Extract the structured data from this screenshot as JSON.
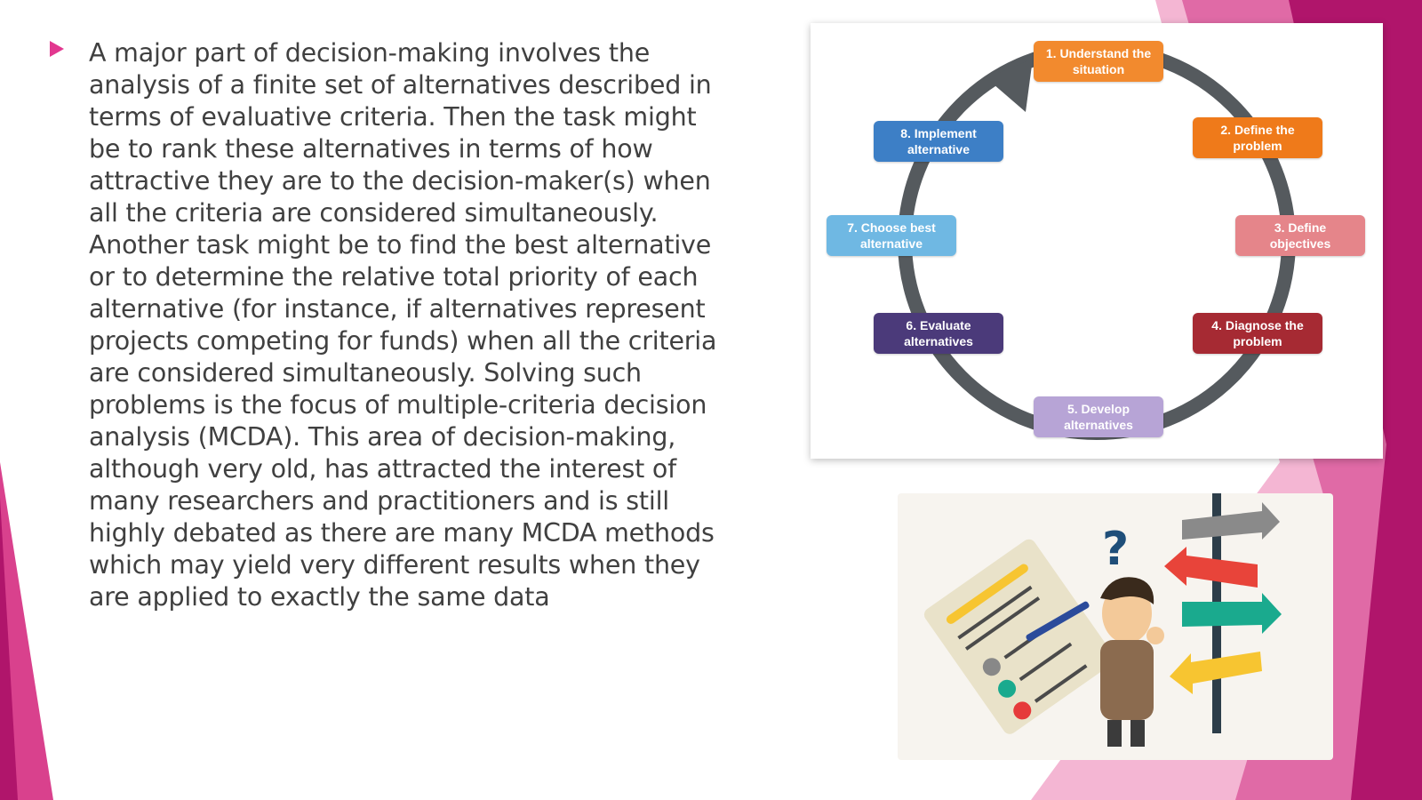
{
  "slide": {
    "body_text": "A major part of decision-making involves the analysis of a finite set of alternatives described in terms of evaluative criteria. Then the task might be to rank these alternatives in terms of how attractive they are to the decision-maker(s) when all the criteria are considered simultaneously. Another task might be to find the best alternative or to determine the relative total priority of each alternative (for instance, if alternatives represent projects competing for funds) when all the criteria are considered simultaneously. Solving such problems is the focus of multiple-criteria decision analysis (MCDA). This area of decision-making, although very old, has attracted the interest of many researchers and practitioners and is still highly debated as there are many MCDA methods which may yield very different results when they are applied to exactly the same data",
    "accent_color": "#e2378f"
  },
  "cycle": {
    "steps": [
      {
        "label": "1. Understand the situation",
        "color": "#f28a2e"
      },
      {
        "label": "2. Define the problem",
        "color": "#ef7a1a"
      },
      {
        "label": "3. Define objectives",
        "color": "#e5858a"
      },
      {
        "label": "4. Diagnose the problem",
        "color": "#a62a33"
      },
      {
        "label": "5. Develop alternatives",
        "color": "#b7a4d6"
      },
      {
        "label": "6. Evaluate alternatives",
        "color": "#4b3a7a"
      },
      {
        "label": "7. Choose best alternative",
        "color": "#6fb8e3"
      },
      {
        "label": "8. Implement alternative",
        "color": "#3d7fc6"
      }
    ],
    "ring_color": "#555a5e"
  },
  "illustration": {
    "question_mark": "?"
  }
}
